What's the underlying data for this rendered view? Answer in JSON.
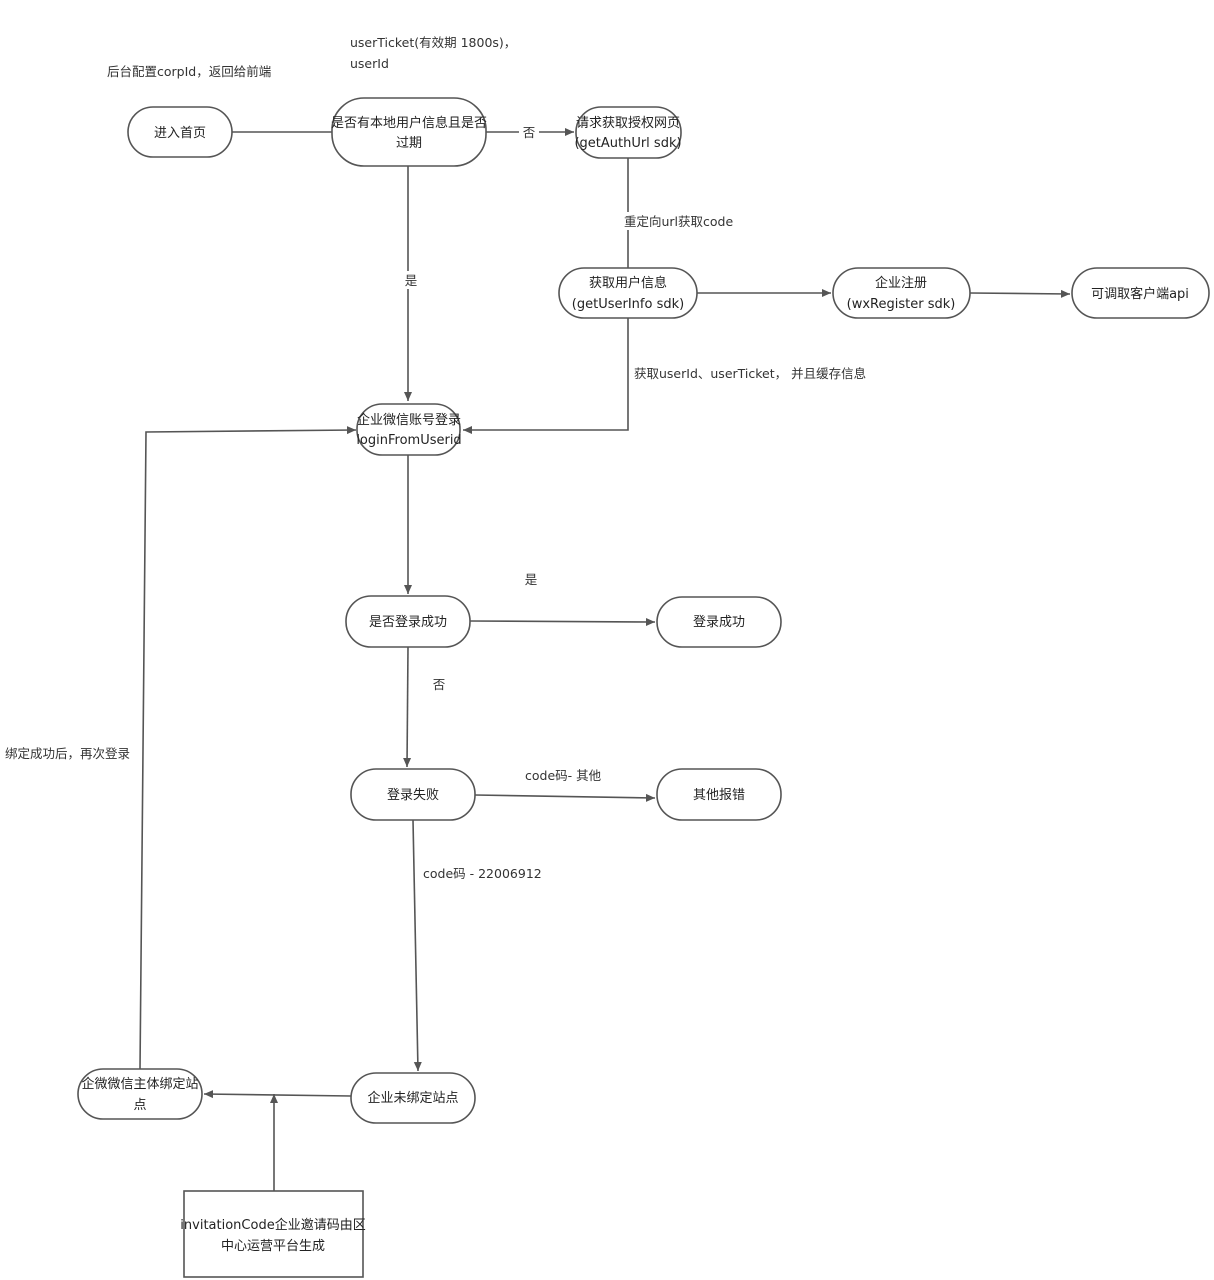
{
  "nodes": {
    "enter_home": {
      "lines": [
        "进入首页"
      ]
    },
    "check_local": {
      "lines": [
        "是否有本地用户信息且是否",
        "过期"
      ]
    },
    "request_auth": {
      "lines": [
        "请求获取授权网页",
        "(getAuthUrl sdk)"
      ]
    },
    "get_user_info": {
      "lines": [
        "获取用户信息",
        "(getUserInfo sdk)"
      ]
    },
    "enterprise_register": {
      "lines": [
        "企业注册",
        "(wxRegister sdk)"
      ]
    },
    "client_api": {
      "lines": [
        "可调取客户端api"
      ]
    },
    "wecom_login": {
      "lines": [
        "企业微信账号登录",
        "loginFromUserid"
      ]
    },
    "login_success_check": {
      "lines": [
        "是否登录成功"
      ]
    },
    "login_success": {
      "lines": [
        "登录成功"
      ]
    },
    "login_failed": {
      "lines": [
        "登录失败"
      ]
    },
    "other_error": {
      "lines": [
        "其他报错"
      ]
    },
    "not_bound": {
      "lines": [
        "企业未绑定站点"
      ]
    },
    "bind_site": {
      "lines": [
        "企微微信主体绑定站",
        "点"
      ]
    },
    "invitation_code": {
      "lines": [
        "invitationCode企业邀请码由区",
        "中心运营平台生成"
      ]
    }
  },
  "edge_labels": {
    "corp_id_note": "后台配置corpId，返回给前端",
    "user_ticket_note": [
      "userTicket(有效期 1800s)，",
      "userId"
    ],
    "no_1": "否",
    "redirect_code": "重定向url获取code",
    "yes_1": "是",
    "get_userid_ticket": "获取userId、userTicket， 并且缓存信息",
    "yes_2": "是",
    "no_2": "否",
    "code_other": "code码- 其他",
    "code_22006912": "code码 - 22006912",
    "bind_then_login": "绑定成功后，再次登录"
  },
  "colors": {
    "stroke": "#555555",
    "fill": "#ffffff",
    "text": "#222222"
  }
}
